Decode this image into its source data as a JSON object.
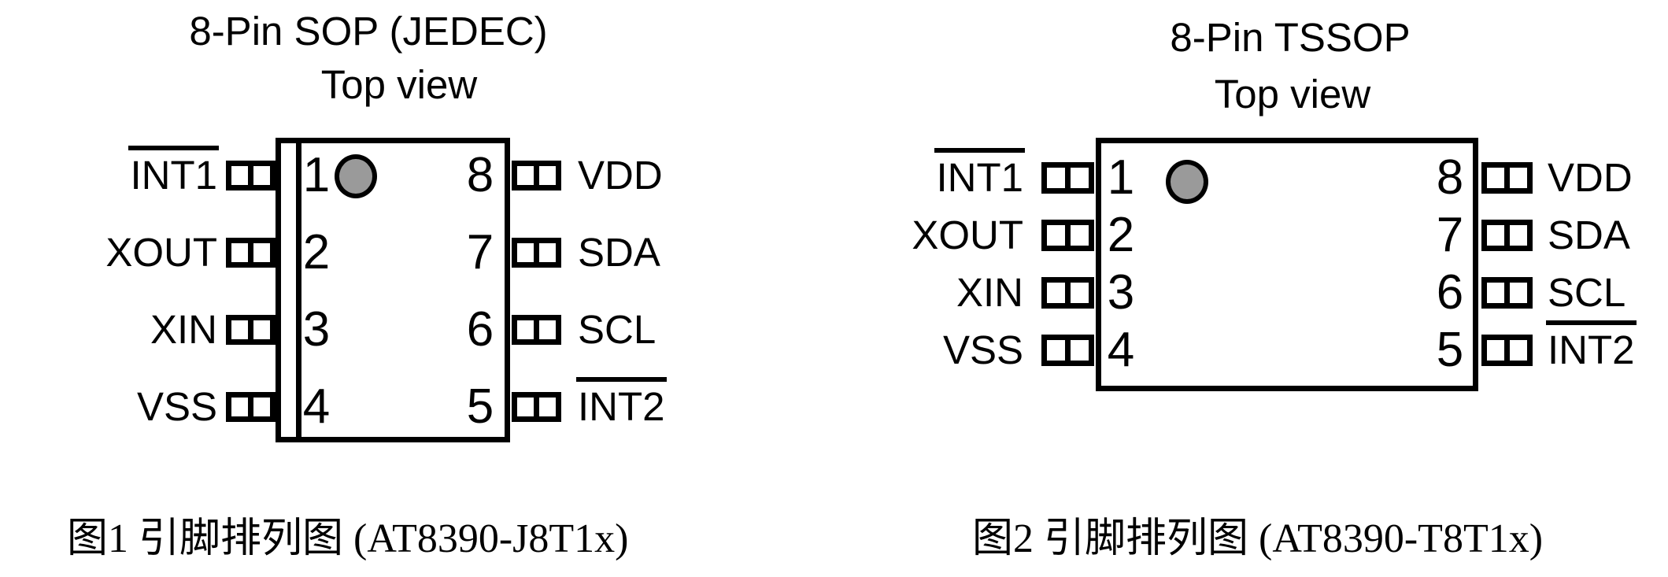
{
  "page": {
    "background": "#ffffff",
    "ink": "#000000",
    "pin1_marker_fill": "#9a9a9a"
  },
  "figures": [
    {
      "title": "8-Pin SOP (JEDEC)",
      "subtitle": "Top view",
      "caption": "图1 引脚排列图 (AT8390-J8T1x)",
      "left_pins": [
        {
          "num": "1",
          "label": "INT1",
          "overline": true
        },
        {
          "num": "2",
          "label": "XOUT",
          "overline": false
        },
        {
          "num": "3",
          "label": "XIN",
          "overline": false
        },
        {
          "num": "4",
          "label": "VSS",
          "overline": false
        }
      ],
      "right_pins": [
        {
          "num": "8",
          "label": "VDD",
          "overline": false
        },
        {
          "num": "7",
          "label": "SDA",
          "overline": false
        },
        {
          "num": "6",
          "label": "SCL",
          "overline": false
        },
        {
          "num": "5",
          "label": "INT2",
          "overline": true
        }
      ]
    },
    {
      "title": "8-Pin TSSOP",
      "subtitle": "Top view",
      "caption": "图2 引脚排列图 (AT8390-T8T1x)",
      "left_pins": [
        {
          "num": "1",
          "label": "INT1",
          "overline": true
        },
        {
          "num": "2",
          "label": "XOUT",
          "overline": false
        },
        {
          "num": "3",
          "label": "XIN",
          "overline": false
        },
        {
          "num": "4",
          "label": "VSS",
          "overline": false
        }
      ],
      "right_pins": [
        {
          "num": "8",
          "label": "VDD",
          "overline": false
        },
        {
          "num": "7",
          "label": "SDA",
          "overline": false
        },
        {
          "num": "6",
          "label": "SCL",
          "overline": false
        },
        {
          "num": "5",
          "label": "INT2",
          "overline": true
        }
      ]
    }
  ]
}
